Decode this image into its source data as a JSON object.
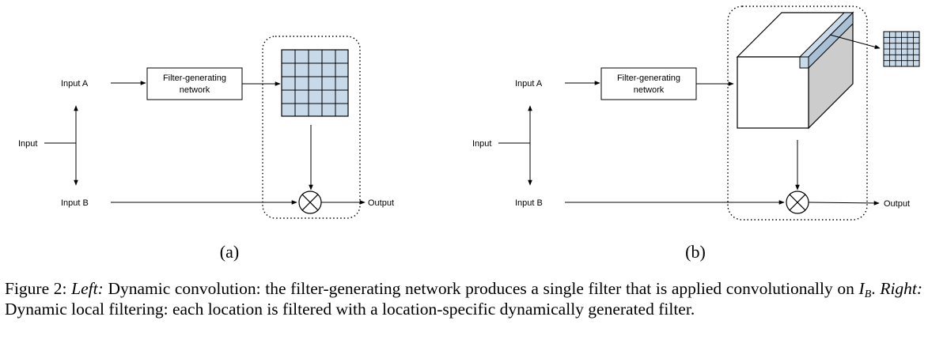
{
  "panels": [
    {
      "id": "a",
      "input_a": "Input A",
      "input_b": "Input B",
      "input": "Input",
      "network_line1": "Filter-generating",
      "network_line2": "network",
      "output": "Output",
      "sublabel": "(a)"
    },
    {
      "id": "b",
      "input_a": "Input A",
      "input_b": "Input B",
      "input": "Input",
      "network_line1": "Filter-generating",
      "network_line2": "network",
      "output": "Output",
      "sublabel": "(b)"
    }
  ],
  "caption": {
    "figure_label": "Figure 2:",
    "left_label": "Left:",
    "left_text": "Dynamic convolution: the filter-generating network produces a single filter that is applied convolutionally on",
    "math_base": "I",
    "math_sub": "B",
    "period": ".",
    "right_label": "Right:",
    "right_text": "Dynamic local filtering: each location is filtered with a location-specific dynamically generated filter."
  },
  "colors": {
    "filter_fill": "#c8d9ea",
    "cube_side": "#cccccc",
    "slab_fill": "#c8d9ea",
    "stroke": "#000000"
  }
}
